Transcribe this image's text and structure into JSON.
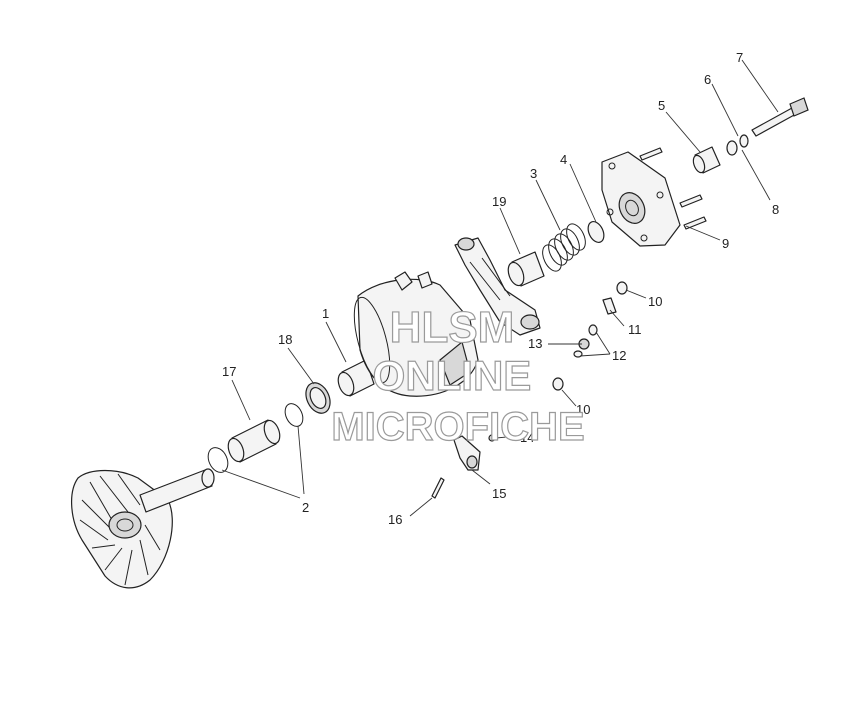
{
  "watermark": {
    "line1": "HLSM",
    "line2": "ONLINE",
    "line3": "MICROFICHE"
  },
  "callouts": {
    "c1": "1",
    "c2": "2",
    "c3": "3",
    "c4": "4",
    "c5": "5",
    "c6": "6",
    "c7": "7",
    "c8": "8",
    "c9": "9",
    "c10a": "10",
    "c10b": "10",
    "c11": "11",
    "c12": "12",
    "c13": "13",
    "c14": "14",
    "c15": "15",
    "c16": "16",
    "c17": "17",
    "c18": "18",
    "c19": "19"
  }
}
